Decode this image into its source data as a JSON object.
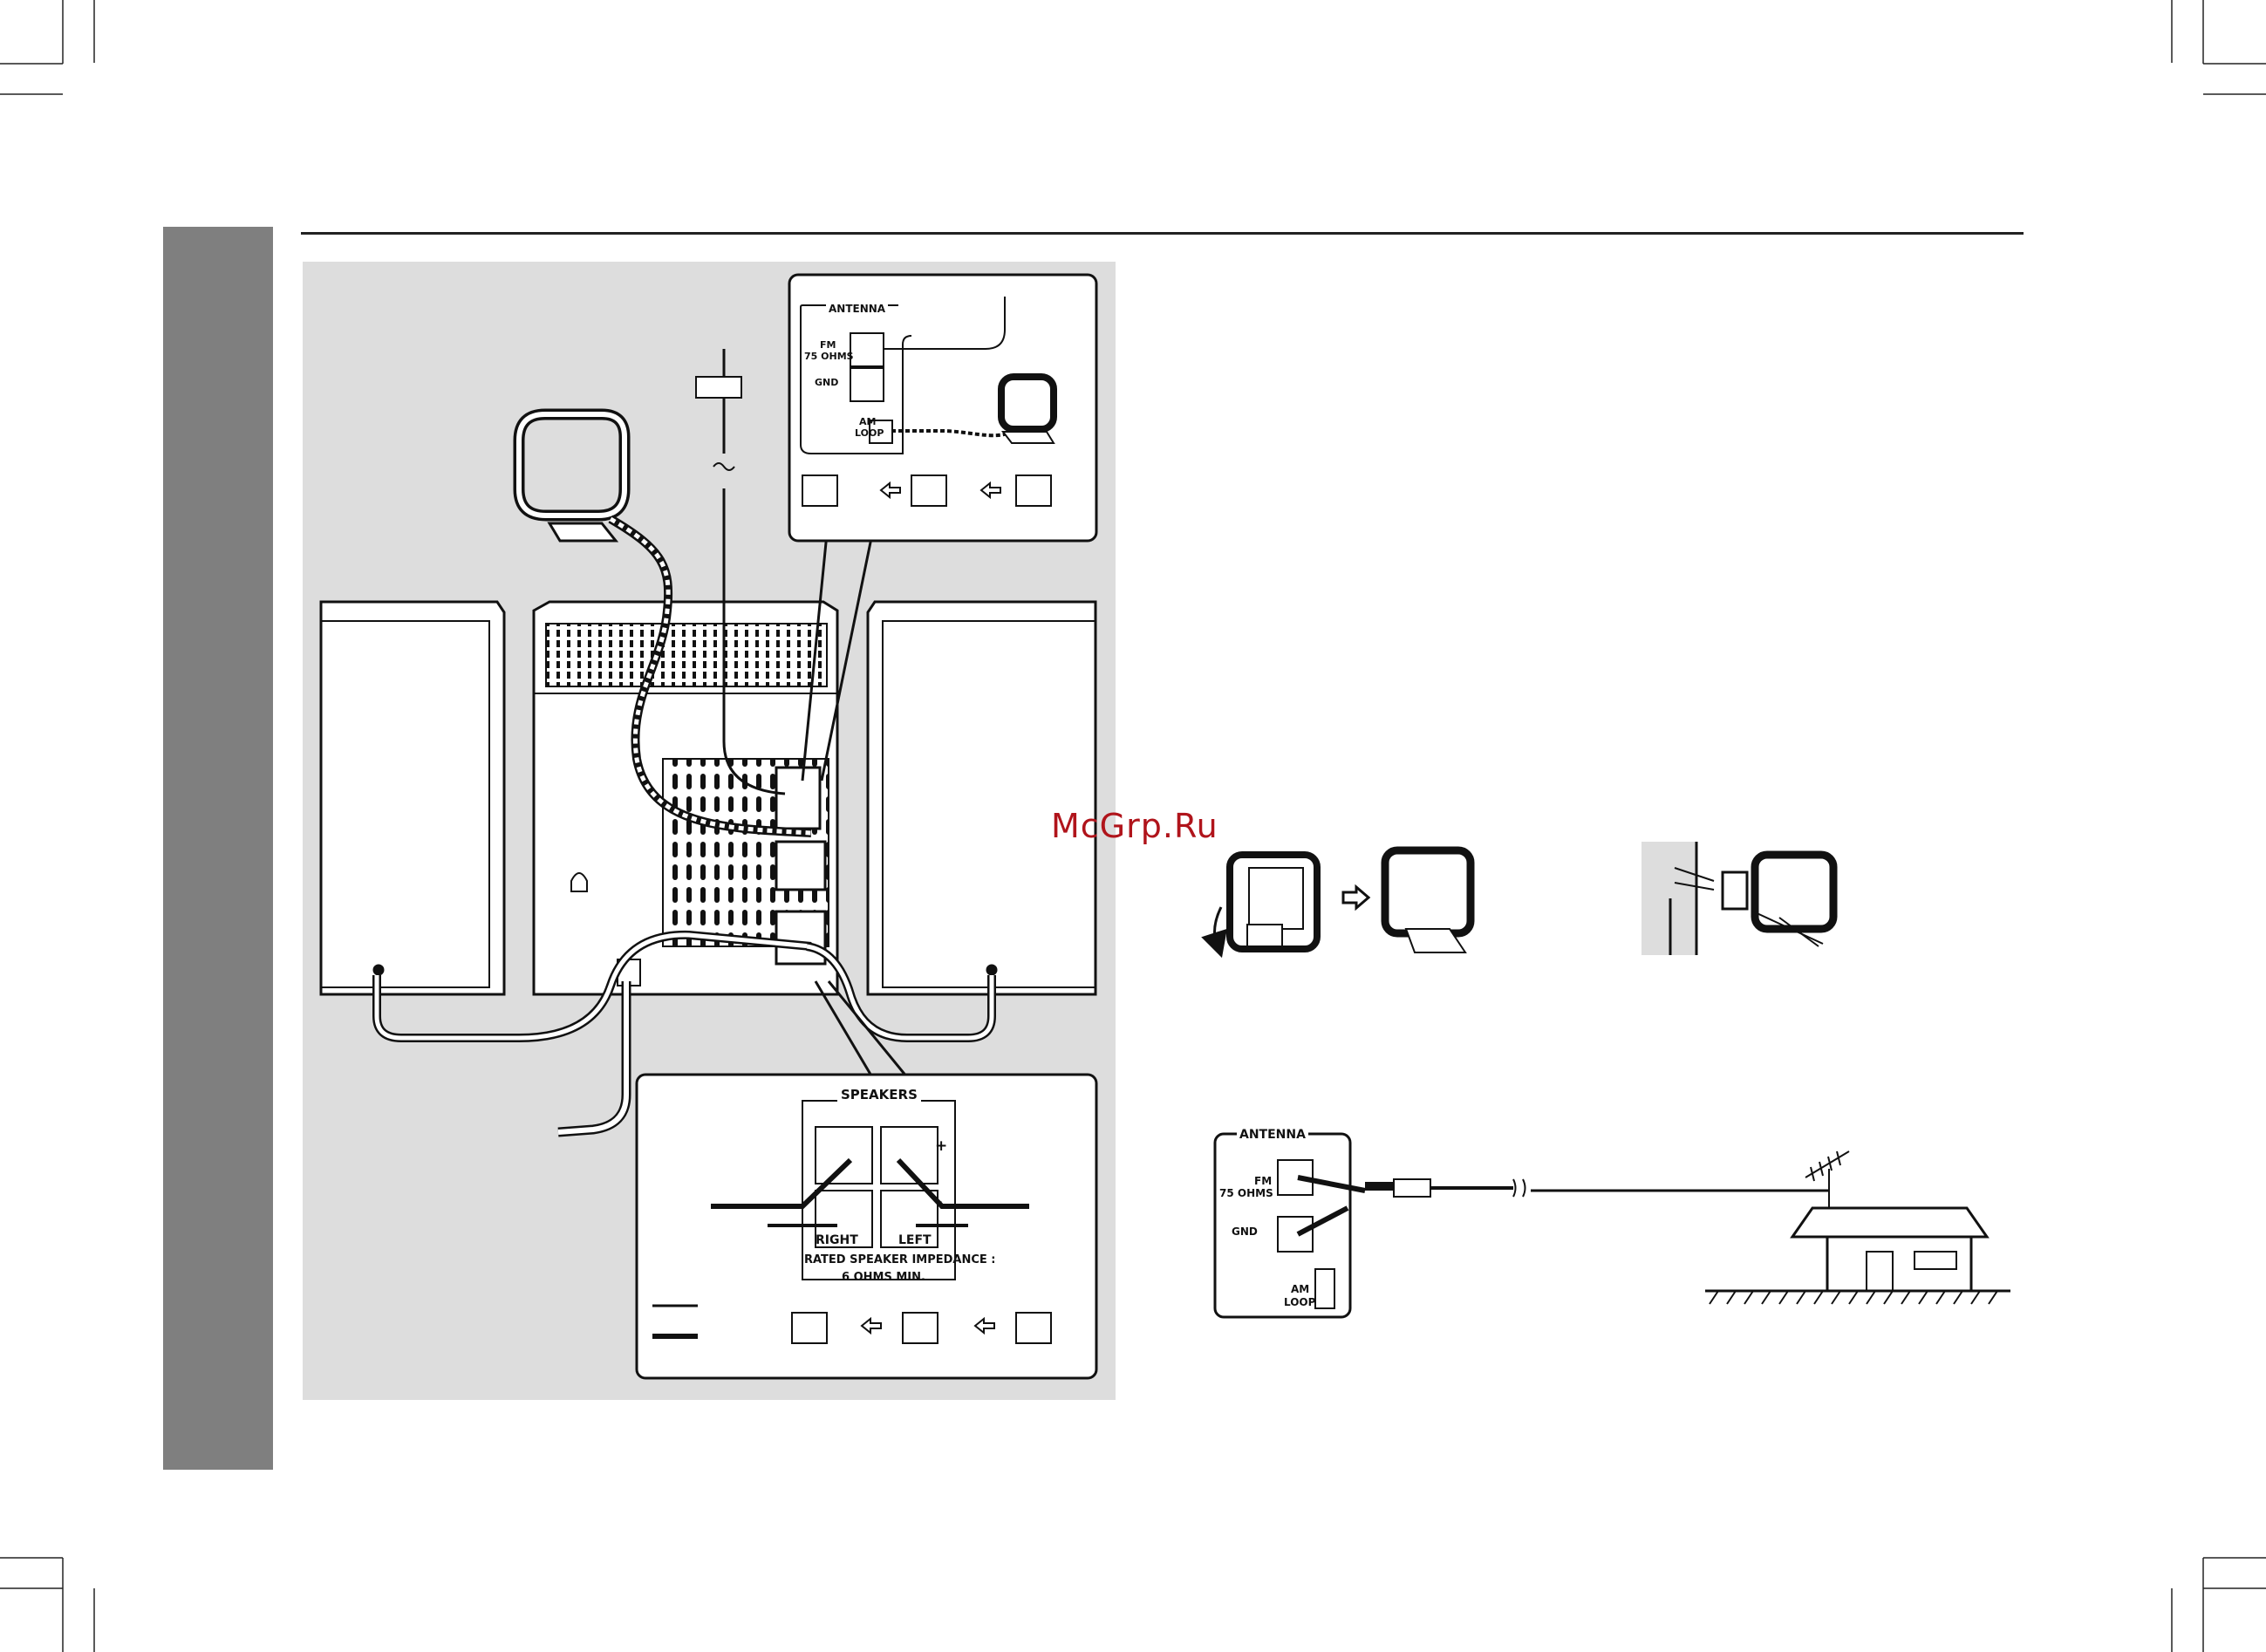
{
  "watermark": "McGrp.Ru",
  "colors": {
    "sidebar": "#7f7f7f",
    "diagram_bg": "#dddddd",
    "line": "#111111",
    "watermark": "#b0141b"
  },
  "antenna_panel": {
    "title": "ANTENNA",
    "fm_label_line1": "FM",
    "fm_label_line2": "75 OHMS",
    "gnd_label": "GND",
    "am_label_line1": "AM",
    "am_label_line2": "LOOP"
  },
  "speakers_panel": {
    "title": "SPEAKERS",
    "plus": "+",
    "minus": "–",
    "right_label": "RIGHT",
    "left_label": "LEFT",
    "impedance_line1": "RATED SPEAKER IMPEDANCE :",
    "impedance_line2": "6 OHMS MIN."
  },
  "outdoor_antenna_panel": {
    "title": "ANTENNA",
    "fm_label_line1": "FM",
    "fm_label_line2": "75 OHMS",
    "gnd_label": "GND",
    "am_label_line1": "AM",
    "am_label_line2": "LOOP"
  }
}
